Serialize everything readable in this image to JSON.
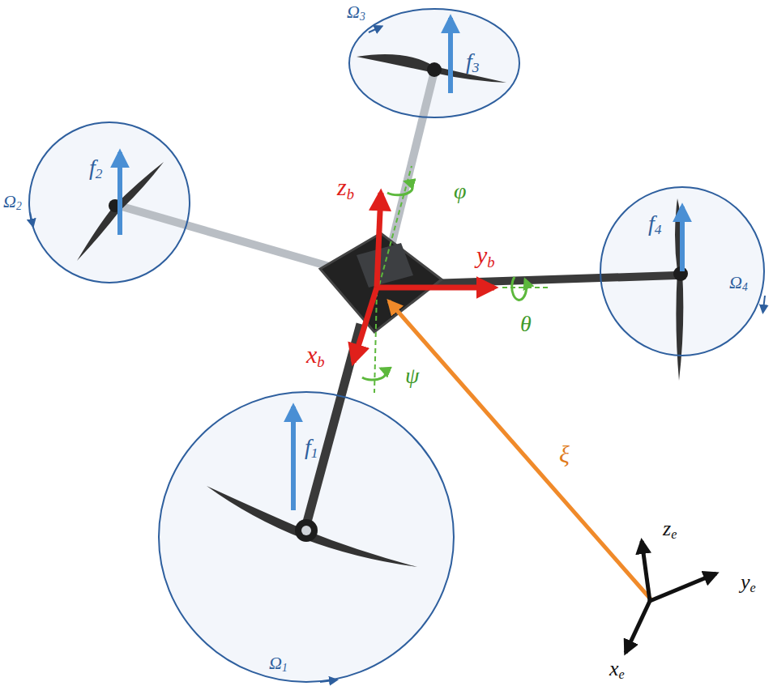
{
  "diagram": {
    "nodes": [
      {
        "text": [
          "f3",
          "Ω3"
        ]
      },
      {
        "text": [
          "f2",
          "Ω2"
        ]
      },
      {
        "text": [
          "f4",
          "Ω4"
        ]
      },
      {
        "text": [
          "f1",
          "Ω1"
        ]
      }
    ],
    "labels": [
      "zb",
      "φ",
      "yb",
      "θ",
      "xb",
      "ψ",
      "ξ",
      "ze",
      "ye",
      "xe"
    ]
  }
}
